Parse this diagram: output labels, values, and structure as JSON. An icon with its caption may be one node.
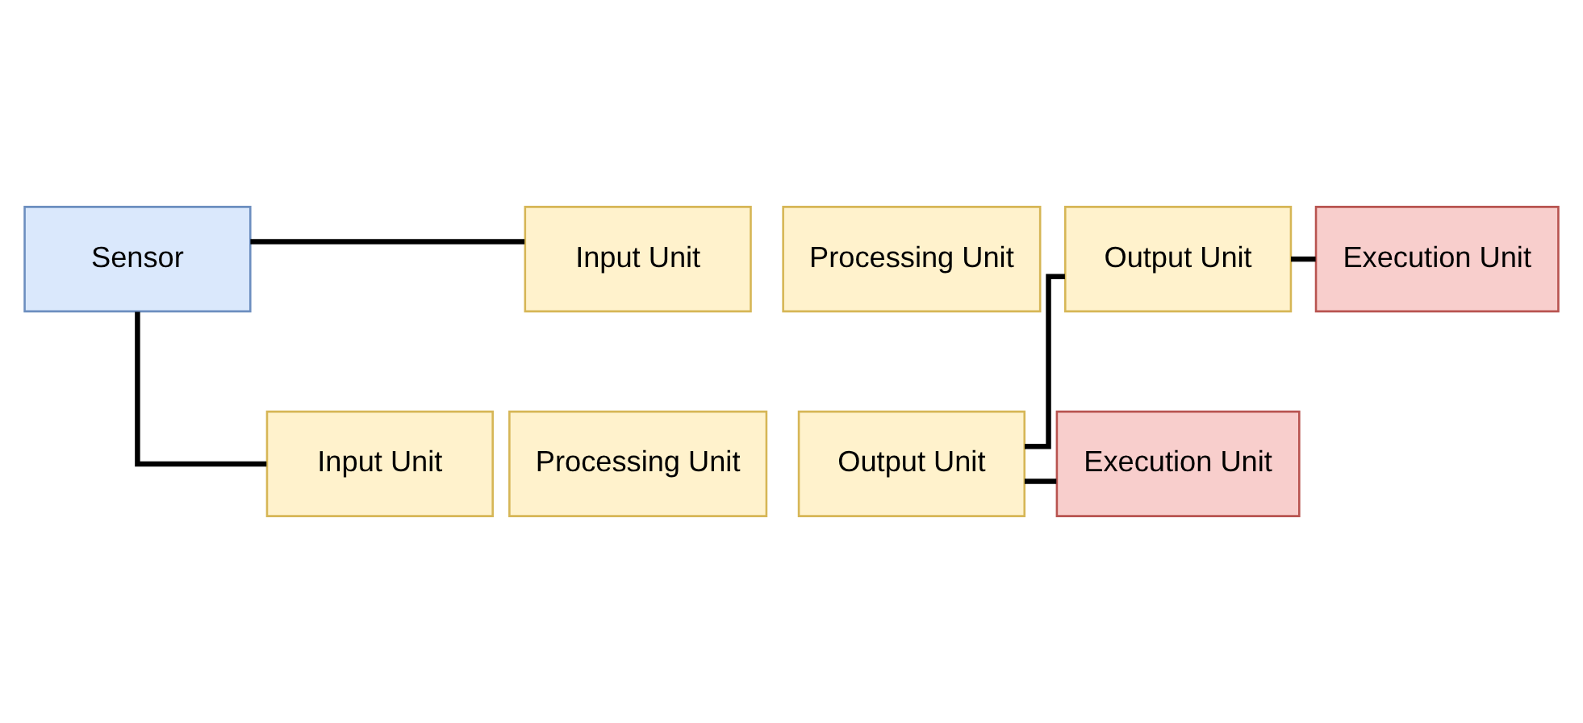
{
  "diagram": {
    "nodes": [
      {
        "text": [
          "Execution Unit"
        ]
      },
      {
        "text": [
          "Sensor"
        ]
      },
      {
        "text": [
          "Input Unit"
        ]
      },
      {
        "text": [
          "Processing Unit"
        ]
      },
      {
        "text": [
          "Output Unit"
        ]
      },
      {
        "text": [
          "Input Unit"
        ]
      },
      {
        "text": [
          "Processing Unit"
        ]
      },
      {
        "text": [
          "Output Unit"
        ]
      },
      {
        "text": [
          "Execution Unit"
        ]
      }
    ],
    "edges": [
      {
        "from": 1,
        "to": 2,
        "arrow": "none"
      },
      {
        "from": 1,
        "to": 5,
        "arrow": "none"
      },
      {
        "from": 4,
        "to": 0,
        "arrow": "none"
      },
      {
        "from": 4,
        "to": 7,
        "arrow": "none"
      },
      {
        "from": 7,
        "to": 8,
        "arrow": "none"
      }
    ]
  }
}
